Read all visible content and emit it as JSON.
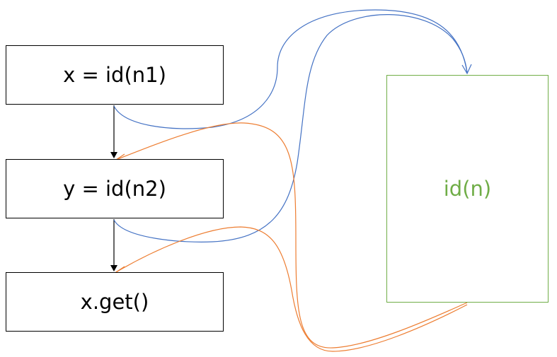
{
  "diagram": {
    "nodes": {
      "step1": "x = id(n1)",
      "step2": "y = id(n2)",
      "step3": "x.get()",
      "function": "id(n)"
    }
  },
  "colors": {
    "step_border": "#000000",
    "function_border": "#70ad47",
    "call_arrow": "#4472c4",
    "return_arrow": "#ed7d31"
  }
}
